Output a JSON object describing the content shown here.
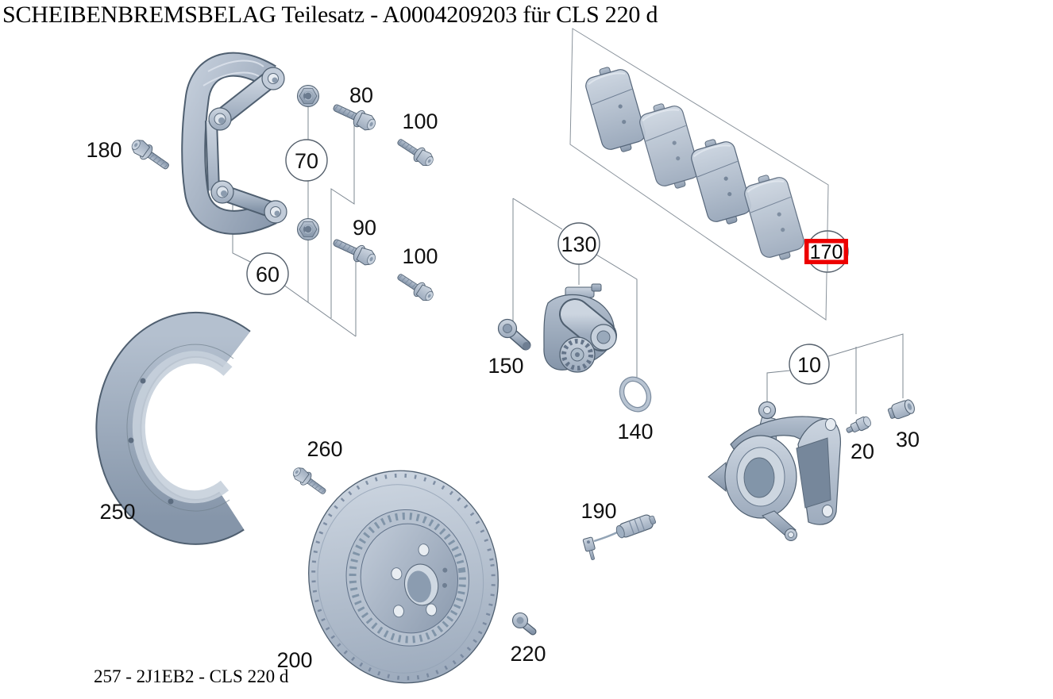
{
  "header": {
    "title": "SCHEIBENBREMSBELAG Teilesatz - A0004209203 für CLS 220 d"
  },
  "footer": {
    "code": "257 - 2J1EB2 - CLS 220 d"
  },
  "selected_callout": "170",
  "colors": {
    "highlight": "#ed0000",
    "part_fill": "#a9b6c6",
    "pointer_line": "#7e8892"
  },
  "callouts": {
    "n180": "180",
    "n70": "70",
    "n80": "80",
    "n100a": "100",
    "n90": "90",
    "n100b": "100",
    "n60": "60",
    "n130": "130",
    "n150": "150",
    "n140": "140",
    "n170": "170",
    "n10": "10",
    "n20": "20",
    "n30": "30",
    "n250": "250",
    "n260": "260",
    "n200": "200",
    "n190": "190",
    "n220": "220"
  }
}
